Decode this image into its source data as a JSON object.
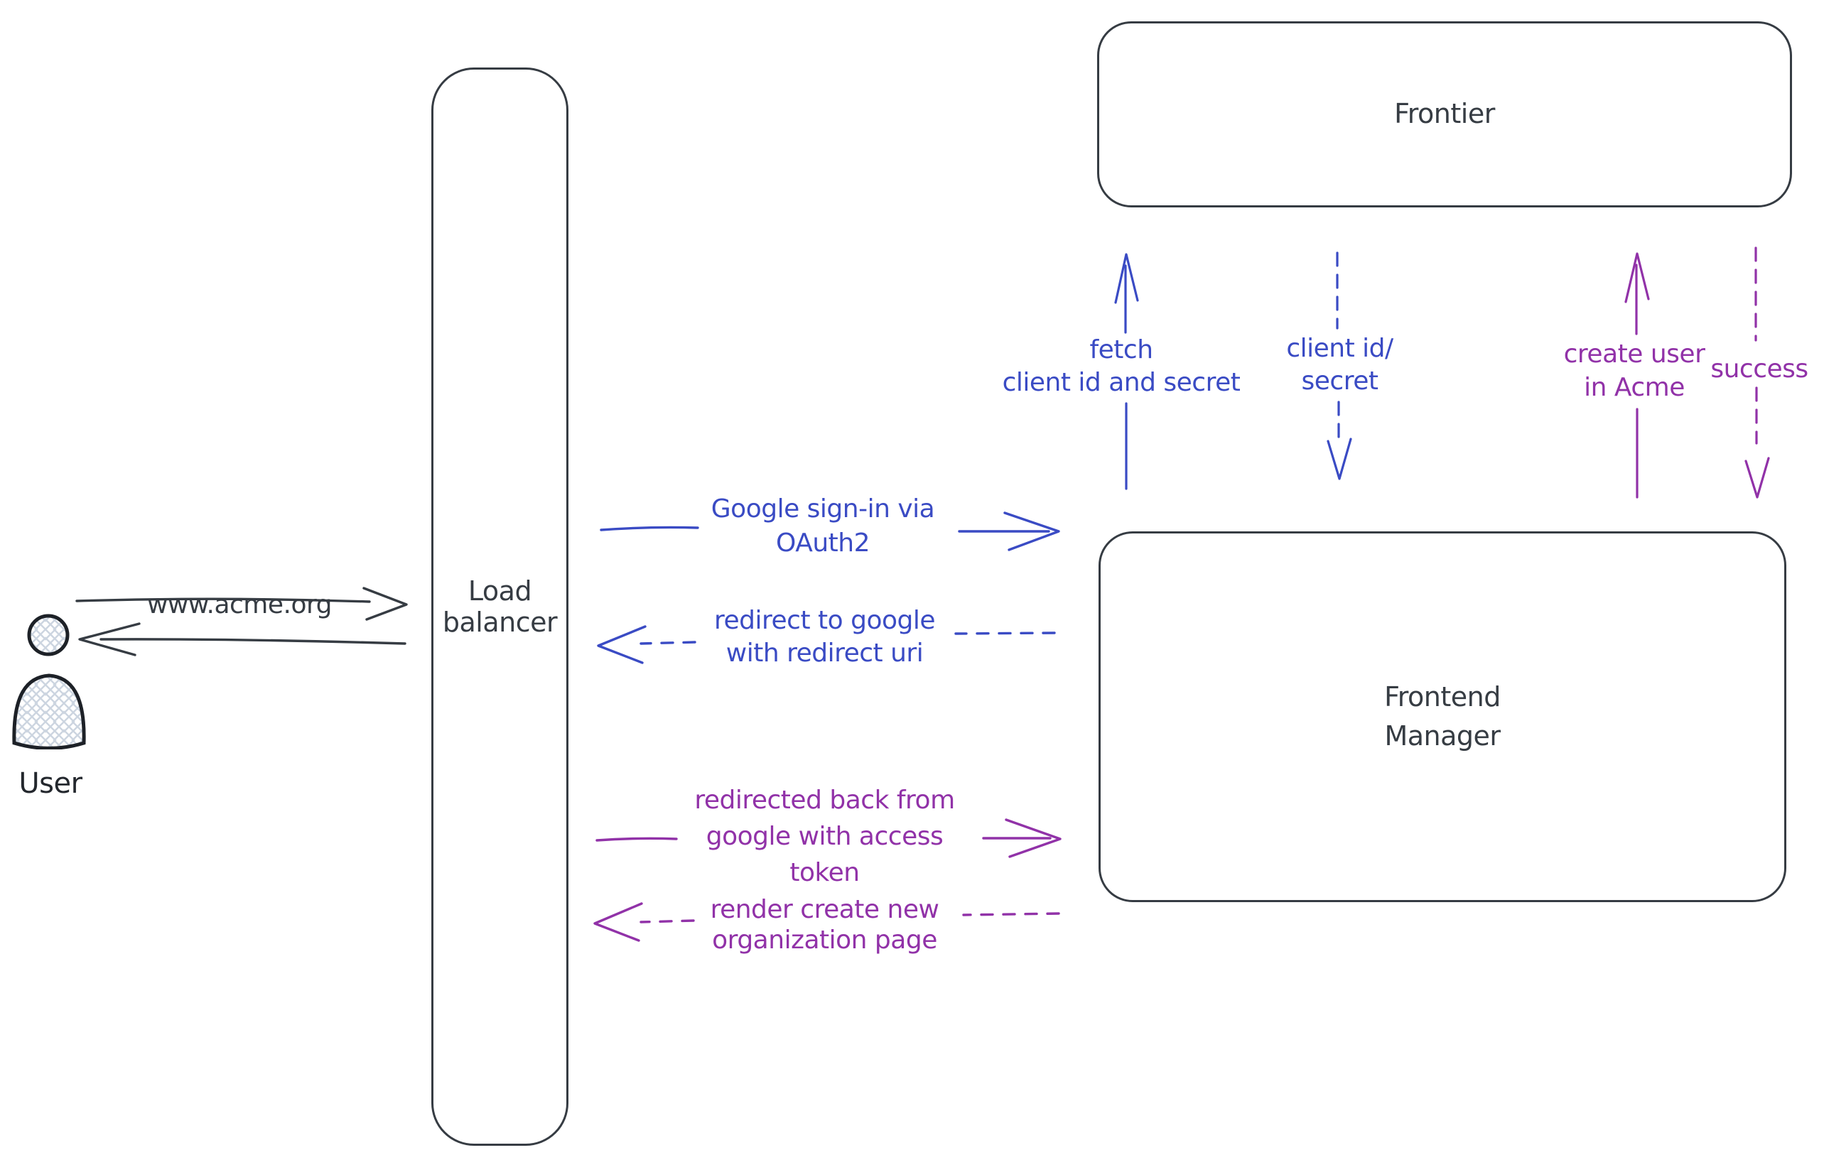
{
  "diagram": {
    "background": "#ffffff",
    "colors": {
      "dark": "#363c43",
      "blue": "#3a4bc4",
      "purple": "#9132a8",
      "user_outline": "#1d2127",
      "crosshatch": "#ccd5e0"
    },
    "nodes": {
      "user": {
        "label": "User"
      },
      "load_balancer": {
        "line1": "Load",
        "line2": "balancer"
      },
      "frontier": {
        "label": "Frontier"
      },
      "frontend_manager": {
        "line1": "Frontend",
        "line2": "Manager"
      }
    },
    "edges": {
      "www_acme": {
        "label": "www.acme.org",
        "style": "solid",
        "color": "dark",
        "direction": "right"
      },
      "response_to_user": {
        "label": "",
        "style": "solid",
        "color": "dark",
        "direction": "left"
      },
      "google_signin": {
        "line1": "Google sign-in via",
        "line2": "OAuth2",
        "style": "solid",
        "color": "blue",
        "direction": "right"
      },
      "redirect": {
        "line1": "redirect to google",
        "line2": "with redirect uri",
        "style": "dashed",
        "color": "blue",
        "direction": "left"
      },
      "redirected_back": {
        "line1": "redirected back from",
        "line2": "google with access",
        "line3": "token",
        "style": "solid",
        "color": "purple",
        "direction": "right"
      },
      "render_page": {
        "line1": "render create new",
        "line2": "organization page",
        "style": "dashed",
        "color": "purple",
        "direction": "left"
      },
      "fetch_secret": {
        "line1": "fetch",
        "line2": "client id and secret",
        "style": "solid",
        "color": "blue",
        "direction": "up"
      },
      "client_secret": {
        "line1": "client id/",
        "line2": "secret",
        "style": "dashed",
        "color": "blue",
        "direction": "down"
      },
      "create_user": {
        "line1": "create user",
        "line2": "in Acme",
        "style": "solid",
        "color": "purple",
        "direction": "up"
      },
      "success": {
        "label": "success",
        "style": "dashed",
        "color": "purple",
        "direction": "down"
      }
    }
  }
}
